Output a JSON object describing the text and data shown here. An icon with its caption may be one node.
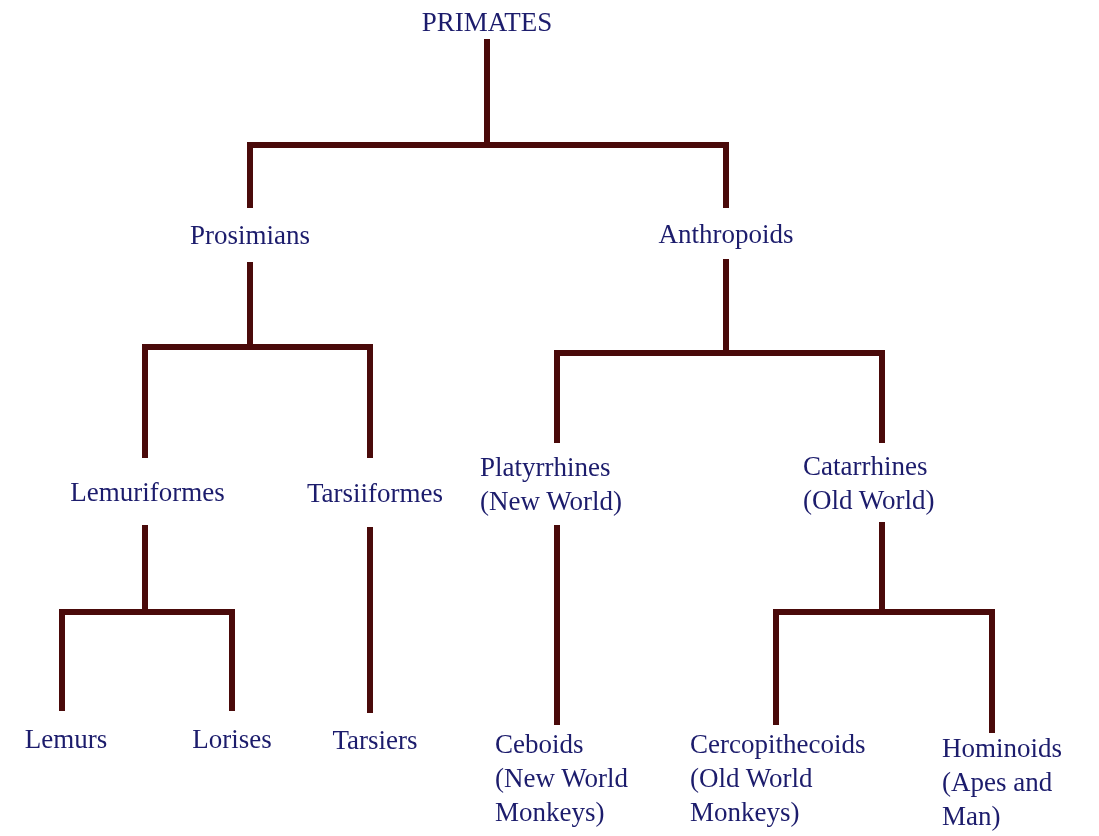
{
  "diagram": {
    "nodes": [
      {
        "text": [
          "PRIMATES"
        ]
      },
      {
        "text": [
          "Prosimians"
        ]
      },
      {
        "text": [
          "Anthropoids"
        ]
      },
      {
        "text": [
          "Lemuriformes"
        ]
      },
      {
        "text": [
          "Tarsiiformes"
        ]
      },
      {
        "text": [
          "Platyrrhines (New World)"
        ]
      },
      {
        "text": [
          "Catarrhines (Old World)"
        ]
      },
      {
        "text": [
          "Lemurs"
        ]
      },
      {
        "text": [
          "Lorises"
        ]
      },
      {
        "text": [
          "Tarsiers"
        ]
      },
      {
        "text": [
          "Ceboids (New World Monkeys)"
        ]
      },
      {
        "text": [
          "Cercopithecoids (Old World Monkeys)"
        ]
      },
      {
        "text": [
          "Hominoids (Apes and Man)"
        ]
      }
    ],
    "edges": [
      {
        "from": 0,
        "to": 1,
        "arrow": "none"
      },
      {
        "from": 0,
        "to": 2,
        "arrow": "none"
      },
      {
        "from": 1,
        "to": 3,
        "arrow": "none"
      },
      {
        "from": 1,
        "to": 4,
        "arrow": "none"
      },
      {
        "from": 2,
        "to": 5,
        "arrow": "none"
      },
      {
        "from": 2,
        "to": 6,
        "arrow": "none"
      },
      {
        "from": 3,
        "to": 7,
        "arrow": "none"
      },
      {
        "from": 3,
        "to": 8,
        "arrow": "none"
      },
      {
        "from": 4,
        "to": 9,
        "arrow": "none"
      },
      {
        "from": 5,
        "to": 10,
        "arrow": "none"
      },
      {
        "from": 6,
        "to": 11,
        "arrow": "none"
      },
      {
        "from": 6,
        "to": 12,
        "arrow": "none"
      }
    ]
  }
}
